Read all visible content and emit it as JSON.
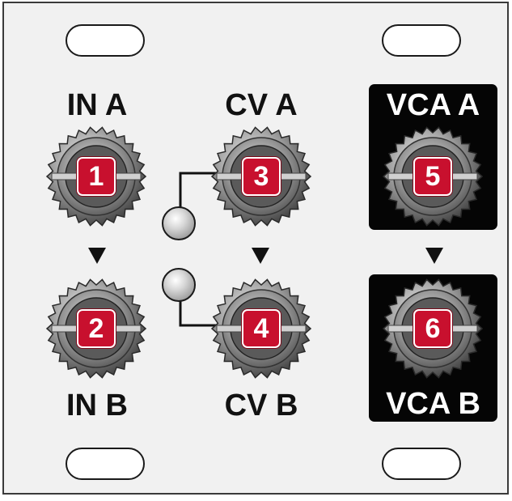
{
  "panel": {
    "labels": {
      "in_a": "IN A",
      "in_b": "IN B",
      "cv_a": "CV A",
      "cv_b": "CV B",
      "vca_a": "VCA A",
      "vca_b": "VCA B"
    },
    "jacks": [
      {
        "number": "1"
      },
      {
        "number": "2"
      },
      {
        "number": "3"
      },
      {
        "number": "4"
      },
      {
        "number": "5"
      },
      {
        "number": "6"
      }
    ],
    "colors": {
      "panel": "#f1f1f1",
      "badge": "#c8102e",
      "dark_block": "#050505",
      "text": "#111111"
    }
  }
}
